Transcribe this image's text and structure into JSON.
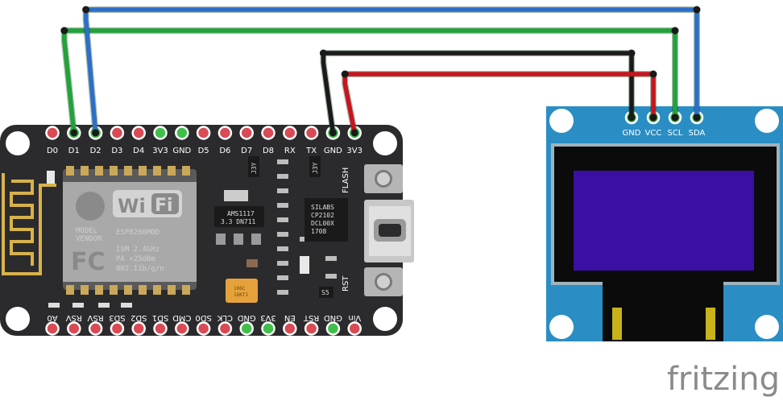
{
  "board": {
    "top_pins": [
      "D0",
      "D1",
      "D2",
      "D3",
      "D4",
      "3V3",
      "GND",
      "D5",
      "D6",
      "D7",
      "D8",
      "RX",
      "TX",
      "GND",
      "3V3"
    ],
    "bottom_pins": [
      "A0",
      "RSV",
      "RSV",
      "SD3",
      "SD2",
      "SD1",
      "CMD",
      "SD0",
      "CLK",
      "GND",
      "3V3",
      "EN",
      "RST",
      "GND",
      "Vin"
    ],
    "module": {
      "model": "MODEL",
      "vendor": "VENDOR",
      "name": "ESP8266MOD",
      "wifi": "Wi",
      "wifi_accent": "Fi",
      "fcc": "FC",
      "ism": "ISM 2.4GHz",
      "pa": "PA  +25dBm",
      "std": "802.11b/g/n"
    },
    "regulator": {
      "line1": "AMS1117",
      "line2": "3.3  DN711"
    },
    "usb_chip": {
      "line1": "SILABS",
      "line2": "CP2102",
      "line3": "DCL00X",
      "line4": "1708"
    },
    "flash_label": "FLASH",
    "rst_label": "RST",
    "cap_label": "106C",
    "cap_label2": "16KT1",
    "small_marks": [
      "J3Y",
      "J3Y",
      "S5"
    ]
  },
  "oled": {
    "pins": [
      "GND",
      "VCC",
      "SCL",
      "SDA"
    ],
    "colors": {
      "pcb": "#2a8ec4",
      "screen": "#3b0fa3",
      "bezel": "#0b0b0b"
    }
  },
  "wires": [
    {
      "from": "D1",
      "to": "SCL",
      "color": "#1fa33a"
    },
    {
      "from": "D2",
      "to": "SDA",
      "color": "#2c6fc9"
    },
    {
      "from": "GND",
      "to": "GND",
      "color": "#1a1a1a"
    },
    {
      "from": "3V3",
      "to": "VCC",
      "color": "#c8141e"
    }
  ],
  "watermark": "fritzing"
}
